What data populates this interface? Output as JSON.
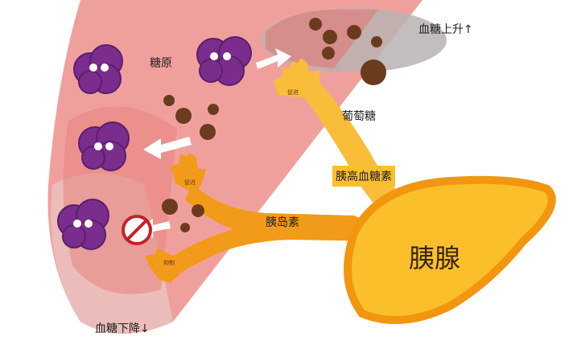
{
  "labels": {
    "glycogen": "糖原",
    "glucose": "葡萄糖",
    "blood_sugar_up": "血糖上升↑",
    "blood_sugar_down": "血糖下降↓",
    "glucagon": "胰高血糖素",
    "insulin": "胰岛素",
    "pancreas": "胰腺",
    "promote_glucagon": "促进",
    "promote_insulin": "促进",
    "inhibit_insulin": "抑制"
  },
  "colors": {
    "liver": "#ef9a98",
    "glycogen": "#7a2d8c",
    "glucose": "#6b3b1e",
    "insulin": "#f29a1a",
    "glucagon": "#f9bd3a",
    "pancreas": "#fbbf2c"
  }
}
